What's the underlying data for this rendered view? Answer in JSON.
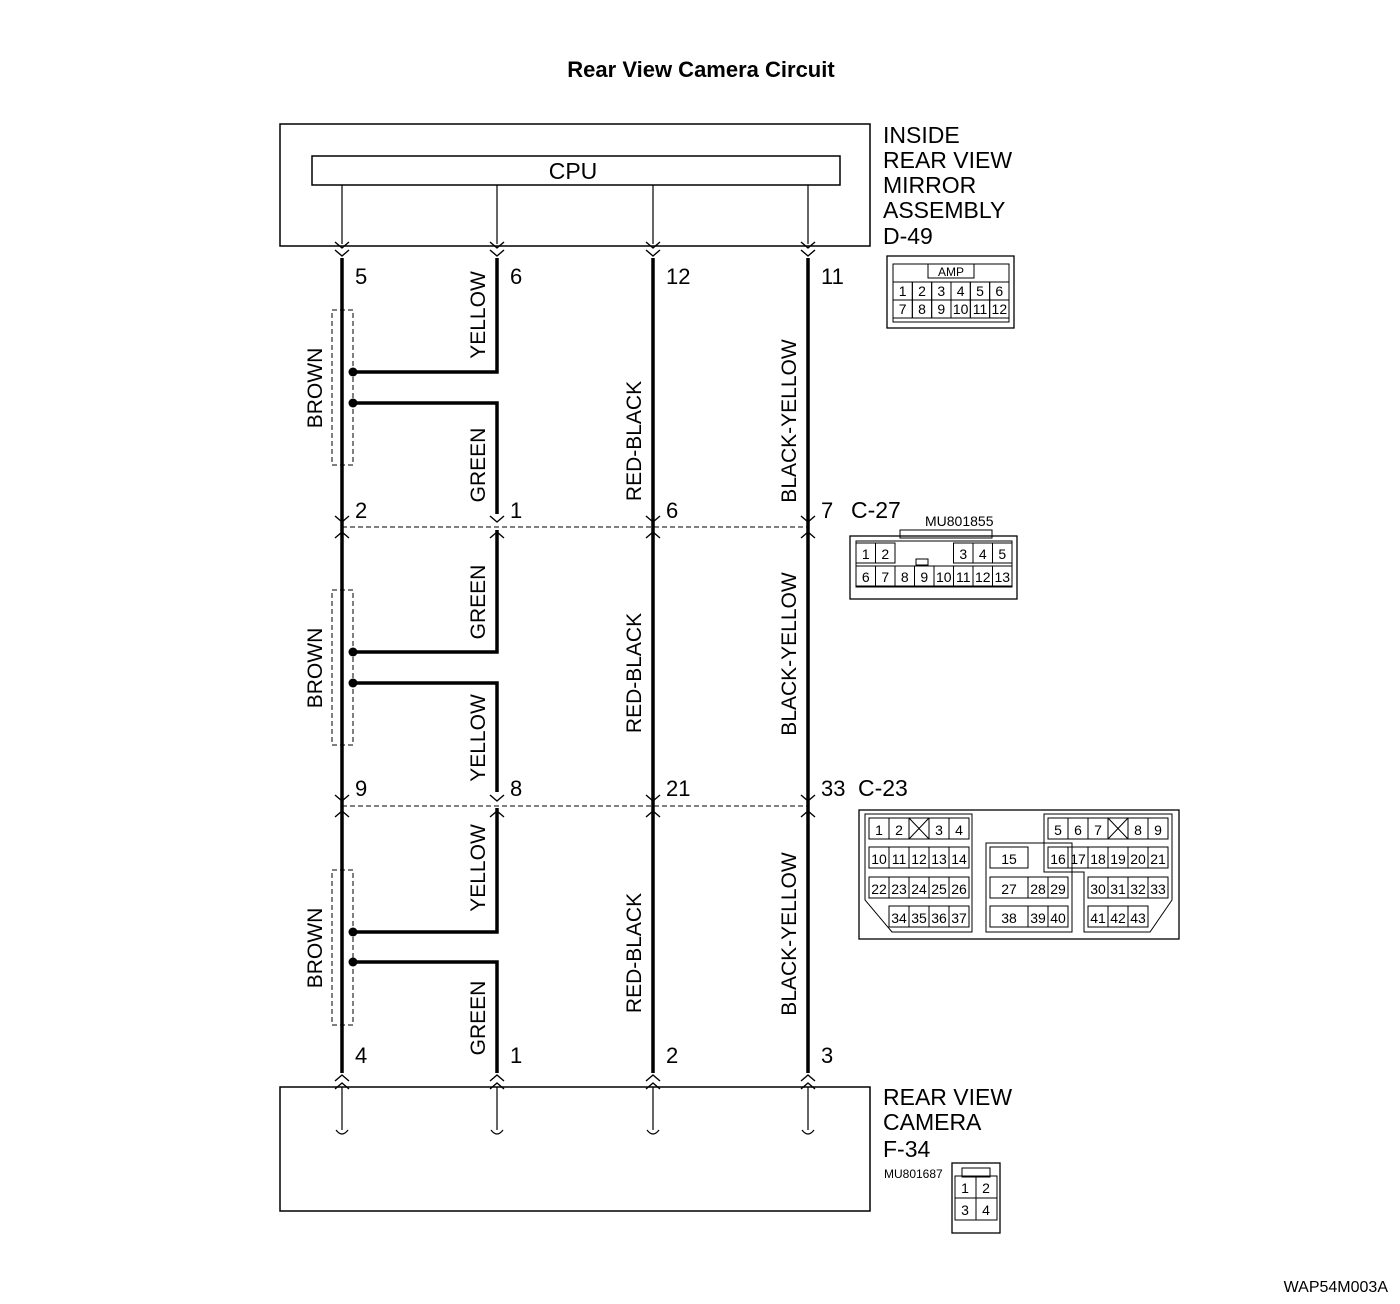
{
  "title": "Rear View Camera Circuit",
  "figure_code": "WAP54M003A",
  "mirror": {
    "name_lines": [
      "INSIDE",
      "REAR VIEW",
      "MIRROR",
      "ASSEMBLY"
    ],
    "connector_id": "D-49",
    "cpu_label": "CPU",
    "connector_brand": "AMP",
    "pins_row1": [
      "1",
      "2",
      "3",
      "4",
      "5",
      "6"
    ],
    "pins_row2": [
      "7",
      "8",
      "9",
      "10",
      "11",
      "12"
    ]
  },
  "c27": {
    "id": "C-27",
    "part_no": "MU801855",
    "pins_row1": [
      "1",
      "2",
      "3",
      "4",
      "5"
    ],
    "pins_row2": [
      "6",
      "7",
      "8",
      "9",
      "10",
      "11",
      "12",
      "13"
    ]
  },
  "c23": {
    "id": "C-23",
    "row1": [
      "1",
      "2",
      "3",
      "4",
      "5",
      "6",
      "7",
      "8",
      "9"
    ],
    "row2": [
      "10",
      "11",
      "12",
      "13",
      "14",
      "15",
      "16",
      "17",
      "18",
      "19",
      "20",
      "21"
    ],
    "row3": [
      "22",
      "23",
      "24",
      "25",
      "26",
      "27",
      "28",
      "29",
      "30",
      "31",
      "32",
      "33"
    ],
    "row4": [
      "34",
      "35",
      "36",
      "37",
      "38",
      "39",
      "40",
      "41",
      "42",
      "43"
    ]
  },
  "camera": {
    "name_lines": [
      "REAR VIEW",
      "CAMERA"
    ],
    "connector_id": "F-34",
    "part_no": "MU801687",
    "pins": [
      "1",
      "2",
      "3",
      "4"
    ]
  },
  "pins": {
    "top": [
      "5",
      "6",
      "12",
      "11"
    ],
    "mid1": [
      "2",
      "1",
      "6",
      "7"
    ],
    "mid2": [
      "9",
      "8",
      "21",
      "33"
    ],
    "bottom": [
      "4",
      "1",
      "2",
      "3"
    ]
  },
  "wire_labels": {
    "seg1": [
      "BROWN",
      "YELLOW",
      "GREEN",
      "RED-BLACK",
      "BLACK-YELLOW"
    ],
    "seg2": [
      "BROWN",
      "GREEN",
      "YELLOW",
      "RED-BLACK",
      "BLACK-YELLOW"
    ],
    "seg3": [
      "BROWN",
      "YELLOW",
      "GREEN",
      "RED-BLACK",
      "BLACK-YELLOW"
    ]
  }
}
